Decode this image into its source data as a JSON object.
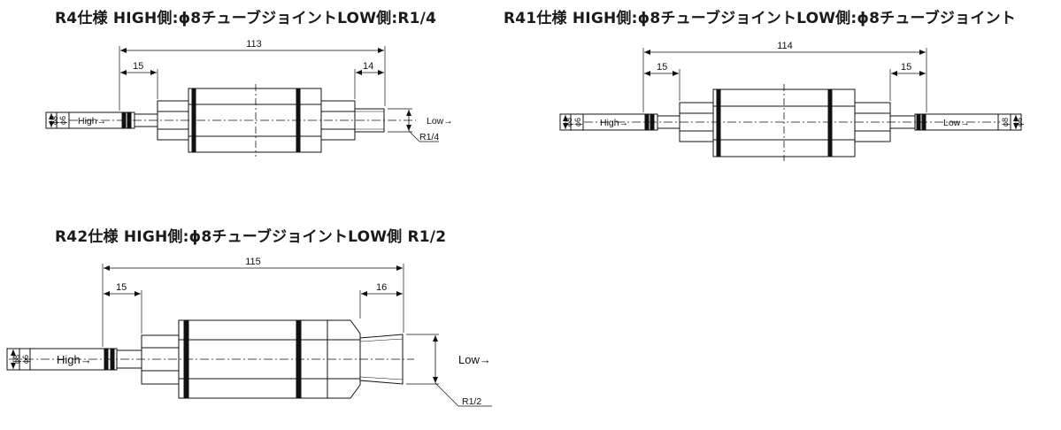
{
  "titles": {
    "r4": "R4仕様 HIGH側:ϕ8チューブジョイントLOW側:R1/4",
    "r41": "R41仕様 HIGH側:ϕ8チューブジョイントLOW側:ϕ8チューブジョイント",
    "r42": "R42仕様 HIGH側:ϕ8チューブジョイントLOW側 R1/2"
  },
  "r4": {
    "overall": "113",
    "left_dim": "15",
    "right_dim": "14",
    "high": "High→",
    "low": "Low→",
    "thread": "R1/4",
    "phi_outer": "ϕ8",
    "phi_inner": "ϕ6"
  },
  "r41": {
    "overall": "114",
    "left_dim": "15",
    "right_dim": "15",
    "high": "High→",
    "low": "Low→",
    "phi_outer": "ϕ8",
    "phi_inner": "ϕ6"
  },
  "r42": {
    "overall": "115",
    "left_dim": "15",
    "right_dim": "16",
    "high": "High→",
    "low": "Low→",
    "thread": "R1/2",
    "phi_outer": "ϕ8",
    "phi_inner": "ϕ6"
  }
}
